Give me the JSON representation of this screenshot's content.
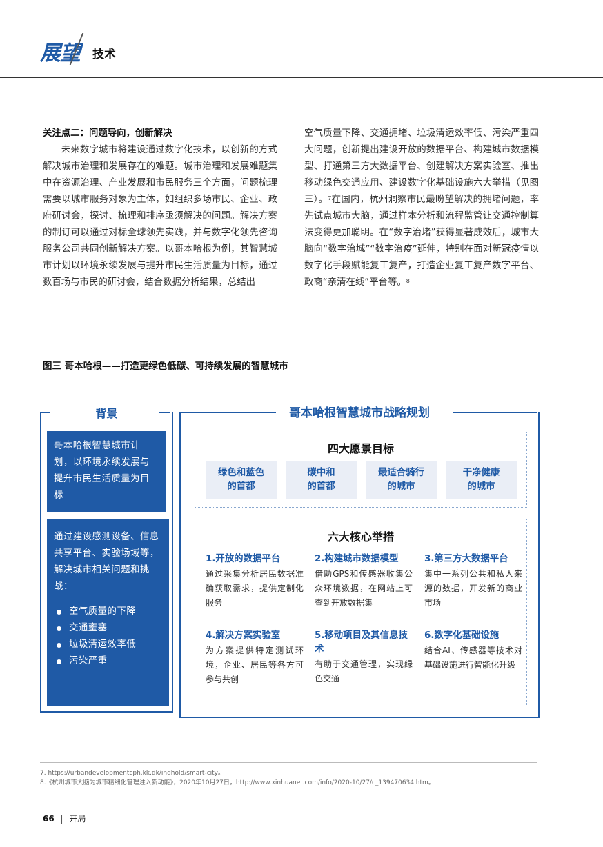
{
  "header": {
    "logo": "展望",
    "section": "技术"
  },
  "body": {
    "subhead": "关注点二：问题导向，创新解决",
    "left_para": "未来数字城市将建设通过数字化技术，以创新的方式解决城市治理和发展存在的难题。城市治理和发展难题集中在资源治理、产业发展和市民服务三个方面，问题梳理需要以城市服务对象为主体，如组织多场市民、企业、政府研讨会，探讨、梳理和排序亟须解决的问题。解决方案的制订可以通过对标全球领先实践，并与数字化领先咨询服务公司共同创新解决方案。以哥本哈根为例，其智慧城市计划以环境永续发展与提升市民生活质量为目标，通过数百场与市民的研讨会，结合数据分析结果，总结出",
    "right_para_1": "空气质量下降、交通拥堵、垃圾清运效率低、污染严重四大问题，创新提出建设开放的数据平台、构建城市数据模型、打通第三方大数据平台、创建解决方案实验室、推出移动绿色交通应用、建设数字化基础设施六大举措（见图三）。",
    "ref_7": "7",
    "right_para_2": "在国内，杭州洞察市民最盼望解决的拥堵问题，率先试点城市大脑，通过样本分析和流程监管让交通控制算法变得更加聪明。在“数字治堵”获得显著成效后，城市大脑向“数字治城”“数字治疫”延伸，特别在面对新冠疫情以数字化手段赋能复工复产，打造企业复工复产数字平台、政商“亲清在线”平台等。",
    "ref_8": "8"
  },
  "figure": {
    "caption": "图三  哥本哈根——打造更绿色低碳、可持续发展的智慧城市",
    "background": {
      "title": "背景",
      "box1": "哥本哈根智慧城市计划，以环境永续发展与提升市民生活质量为目标",
      "box2_intro": "通过建设感测设备、信息共享平台、实验场域等，解决城市相关问题和挑战：",
      "bullets": [
        "空气质量的下降",
        "交通壅塞",
        "垃圾清运效率低",
        "污染严重"
      ]
    },
    "strategy": {
      "title": "哥本哈根智慧城市战略规划",
      "goals_title": "四大愿景目标",
      "goals": [
        [
          "绿色和蓝色",
          "的首都"
        ],
        [
          "碳中和",
          "的首都"
        ],
        [
          "最适合骑行",
          "的城市"
        ],
        [
          "干净健康",
          "的城市"
        ]
      ],
      "measures_title": "六大核心举措",
      "measures": [
        {
          "title": "1.开放的数据平台",
          "desc": "通过采集分析居民数据准确获取需求，提供定制化服务"
        },
        {
          "title": "2.构建城市数据模型",
          "desc": "借助GPS和传感器收集公众环境数据，在网站上可查到开放数据集"
        },
        {
          "title": "3.第三方大数据平台",
          "desc": "集中一系列公共和私人来源的数据，开发新的商业市场"
        },
        {
          "title": "4.解决方案实验室",
          "desc": "为方案提供特定测试环境，企业、居民等各方可参与共创"
        },
        {
          "title": "5.移动项目及其信息技术",
          "desc": "有助于交通管理，实现绿色交通"
        },
        {
          "title": "6.数字化基础设施",
          "desc": "结合AI、传感器等技术对基础设施进行智能化升级"
        }
      ]
    }
  },
  "footnotes": [
    "7. https://urbandevelopmentcph.kk.dk/indhold/smart-city。",
    "8.《杭州城市大脑为城市精细化管理注入新动能》，2020年10月27日，http://www.xinhuanet.com/info/2020-10/27/c_139470634.htm。"
  ],
  "page": {
    "number": "66",
    "separator": "|",
    "label": "开局"
  },
  "colors": {
    "brand_blue": "#1f5aa6",
    "goal_bg": "#eaeef6"
  }
}
